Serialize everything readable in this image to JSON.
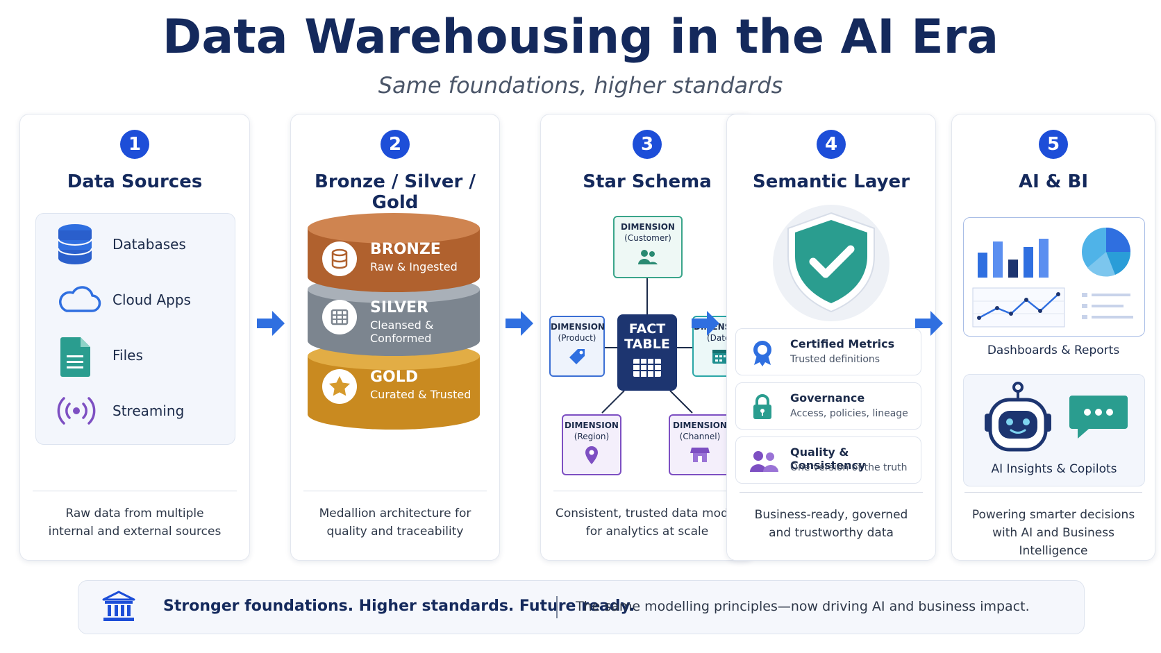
{
  "header": {
    "title": "Data Warehousing in the AI Era",
    "subtitle": "Same foundations, higher standards"
  },
  "steps": [
    {
      "num": "1",
      "title": "Data Sources",
      "desc": [
        "Raw data from multiple",
        "internal and external sources"
      ]
    },
    {
      "num": "2",
      "title": "Bronze / Silver / Gold",
      "desc": [
        "Medallion architecture for",
        "quality and traceability"
      ]
    },
    {
      "num": "3",
      "title": "Star Schema",
      "desc": [
        "Consistent, trusted data model",
        "for analytics at scale"
      ]
    },
    {
      "num": "4",
      "title": "Semantic Layer",
      "desc": [
        "Business-ready, governed",
        "and trustworthy data"
      ]
    },
    {
      "num": "5",
      "title": "AI & BI",
      "desc": [
        "Powering smarter decisions",
        "with AI and Business Intelligence"
      ]
    }
  ],
  "sources": {
    "items": [
      "Databases",
      "Cloud Apps",
      "Files",
      "Streaming"
    ],
    "icons": [
      "database-icon",
      "cloud-icon",
      "file-icon",
      "streaming-icon"
    ]
  },
  "medallion": {
    "bronze": {
      "label": "BRONZE",
      "sub": "Raw & Ingested",
      "color": "#c0703a"
    },
    "silver": {
      "label": "SILVER",
      "sub": "Cleansed & Conformed",
      "color": "#8d959f"
    },
    "gold": {
      "label": "GOLD",
      "sub": "Curated & Trusted",
      "color": "#d69a2c"
    }
  },
  "star": {
    "fact": [
      "FACT",
      "TABLE"
    ],
    "dimensions": [
      {
        "title": "DIMENSION",
        "name": "(Customer)",
        "color": "#3aa58a"
      },
      {
        "title": "DIMENSION",
        "name": "(Product)",
        "color": "#3b6fd4"
      },
      {
        "title": "DIMENSION",
        "name": "(Date)",
        "color": "#2aa6a6"
      },
      {
        "title": "DIMENSION",
        "name": "(Region)",
        "color": "#7d4fc2"
      },
      {
        "title": "DIMENSION",
        "name": "(Channel)",
        "color": "#7d4fc2"
      }
    ]
  },
  "semantic": {
    "items": [
      {
        "title": "Certified Metrics",
        "sub": "Trusted definitions"
      },
      {
        "title": "Governance",
        "sub": "Access, policies, lineage"
      },
      {
        "title": "Quality & Consistency",
        "sub": "One version of the truth"
      }
    ]
  },
  "aibi": {
    "dashboards_label": "Dashboards & Reports",
    "copilots_label": "AI Insights & Copilots"
  },
  "banner": {
    "strong": "Stronger foundations. Higher standards. Future ready.",
    "text": "The same modelling principles—now driving AI and business impact."
  },
  "colors": {
    "accent": "#1d4ed8",
    "navy": "#14295c",
    "teal": "#2a9d8f"
  }
}
